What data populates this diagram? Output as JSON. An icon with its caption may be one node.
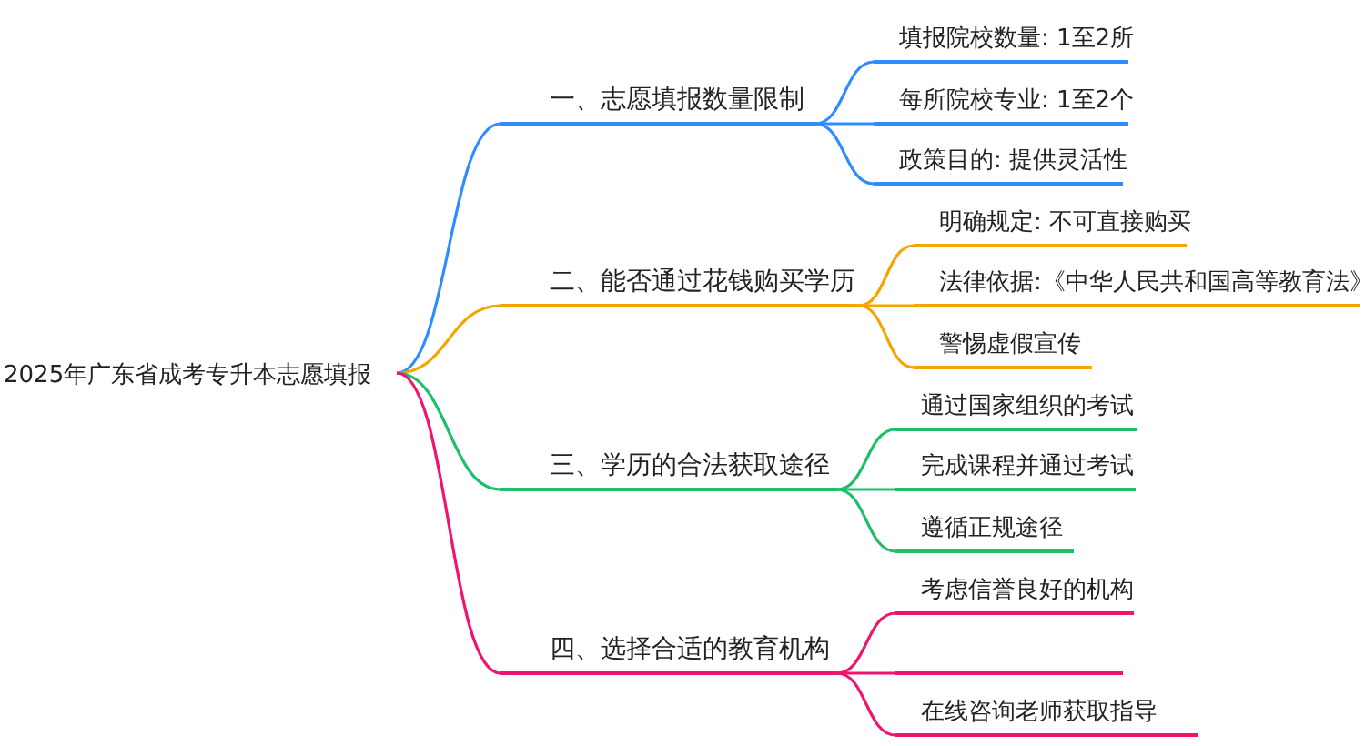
{
  "diagram": {
    "nodes": [
      {
        "text": [
          "2025年广东省成考专升本志愿填报"
        ]
      },
      {
        "text": [
          "一、志愿填报数量限制"
        ]
      },
      {
        "text": [
          "填报院校数量: 1至2所"
        ]
      },
      {
        "text": [
          "每所院校专业: 1至2个"
        ]
      },
      {
        "text": [
          "政策目的: 提供灵活性"
        ]
      },
      {
        "text": [
          "二、能否通过花钱购买学历"
        ]
      },
      {
        "text": [
          "明确规定: 不可直接购买"
        ]
      },
      {
        "text": [
          "法律依据:《中华人民共和国高等教育法》"
        ]
      },
      {
        "text": [
          "警惕虚假宣传"
        ]
      },
      {
        "text": [
          "三、学历的合法获取途径"
        ]
      },
      {
        "text": [
          "通过国家组织的考试"
        ]
      },
      {
        "text": [
          "完成课程并通过考试"
        ]
      },
      {
        "text": [
          "遵循正规途径"
        ]
      },
      {
        "text": [
          "四、选择合适的教育机构"
        ]
      },
      {
        "text": [
          "考虑信誉良好的机构"
        ]
      },
      {
        "text": [],
        "shape": "bar"
      },
      {
        "text": [
          "在线咨询老师获取指导"
        ]
      }
    ],
    "edges": [
      {
        "from": 0,
        "to": 1,
        "arrow": "none",
        "color": "#2f8cff"
      },
      {
        "from": 1,
        "to": 2,
        "arrow": "none",
        "color": "#2f8cff"
      },
      {
        "from": 1,
        "to": 3,
        "arrow": "none",
        "color": "#2f8cff"
      },
      {
        "from": 1,
        "to": 4,
        "arrow": "none",
        "color": "#2f8cff"
      },
      {
        "from": 0,
        "to": 5,
        "arrow": "none",
        "color": "#f5a500"
      },
      {
        "from": 5,
        "to": 6,
        "arrow": "none",
        "color": "#f5a500"
      },
      {
        "from": 5,
        "to": 7,
        "arrow": "none",
        "color": "#f5a500"
      },
      {
        "from": 5,
        "to": 8,
        "arrow": "none",
        "color": "#f5a500"
      },
      {
        "from": 0,
        "to": 9,
        "arrow": "none",
        "color": "#1dbf6a"
      },
      {
        "from": 9,
        "to": 10,
        "arrow": "none",
        "color": "#1dbf6a"
      },
      {
        "from": 9,
        "to": 11,
        "arrow": "none",
        "color": "#1dbf6a"
      },
      {
        "from": 9,
        "to": 12,
        "arrow": "none",
        "color": "#1dbf6a"
      },
      {
        "from": 0,
        "to": 13,
        "arrow": "none",
        "color": "#f0146e"
      },
      {
        "from": 13,
        "to": 14,
        "arrow": "none",
        "color": "#f0146e"
      },
      {
        "from": 13,
        "to": 15,
        "arrow": "none",
        "color": "#f0146e"
      },
      {
        "from": 13,
        "to": 16,
        "arrow": "none",
        "color": "#f0146e"
      }
    ]
  }
}
